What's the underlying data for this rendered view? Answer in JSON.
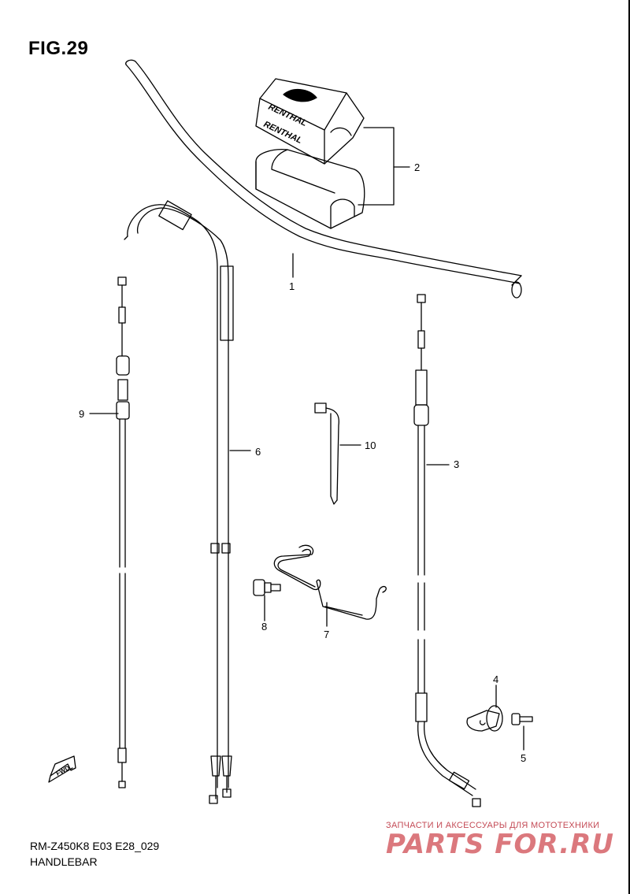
{
  "figure": {
    "title": "FIG.29"
  },
  "footer": {
    "model_code": "RM-Z450K8 E03 E28_029",
    "section_name": "HANDLEBAR"
  },
  "fwd_label": "FWD",
  "pad_brand": "RENTHAL",
  "callouts": [
    {
      "num": "1"
    },
    {
      "num": "2"
    },
    {
      "num": "3"
    },
    {
      "num": "4"
    },
    {
      "num": "5"
    },
    {
      "num": "6"
    },
    {
      "num": "7"
    },
    {
      "num": "8"
    },
    {
      "num": "9"
    },
    {
      "num": "10"
    }
  ],
  "watermark": {
    "caption": "ЗАПЧАСТИ И АКСЕССУАРЫ ДЛЯ МОТОТЕХНИКИ",
    "logo": "PARTS FOR.RU"
  }
}
